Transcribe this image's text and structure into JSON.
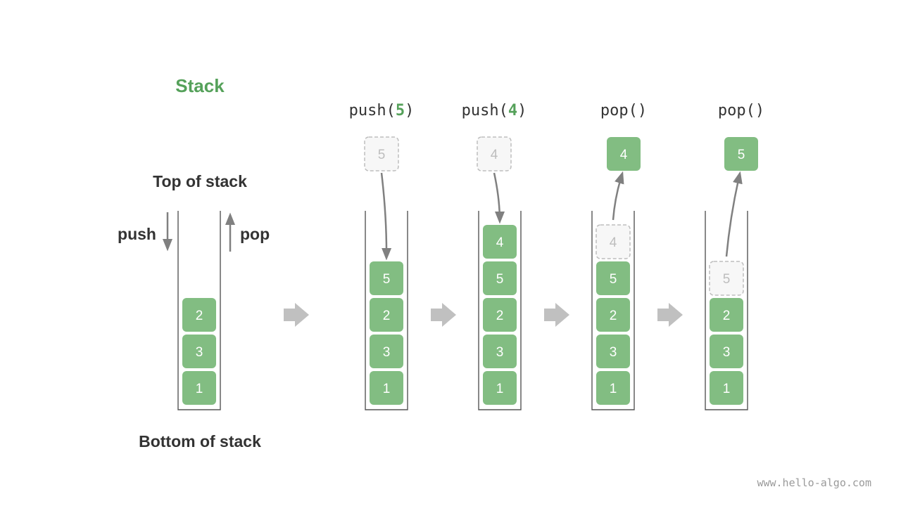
{
  "title": "Stack",
  "labels": {
    "top": "Top of stack",
    "bottom": "Bottom of stack",
    "push": "push",
    "pop": "pop"
  },
  "initial_stack": [
    "1",
    "3",
    "2"
  ],
  "operations": [
    {
      "name": "push",
      "arg": "5",
      "moving_value": "5",
      "stack": [
        "1",
        "3",
        "2",
        "5"
      ]
    },
    {
      "name": "push",
      "arg": "4",
      "moving_value": "4",
      "stack": [
        "1",
        "3",
        "2",
        "5",
        "4"
      ]
    },
    {
      "name": "pop",
      "arg": "",
      "moving_value": "4",
      "stack": [
        "1",
        "3",
        "2",
        "5"
      ]
    },
    {
      "name": "pop",
      "arg": "",
      "moving_value": "5",
      "stack": [
        "1",
        "3",
        "2"
      ]
    }
  ],
  "watermark": "www.hello-algo.com",
  "colors": {
    "cell": "#82bd82",
    "title": "#55a15a",
    "ghost_border": "#bdbdbd",
    "ghost_fill": "#f7f7f7",
    "arrow": "#808080",
    "transition_arrow": "#c0c0c0",
    "tube": "#555555"
  }
}
